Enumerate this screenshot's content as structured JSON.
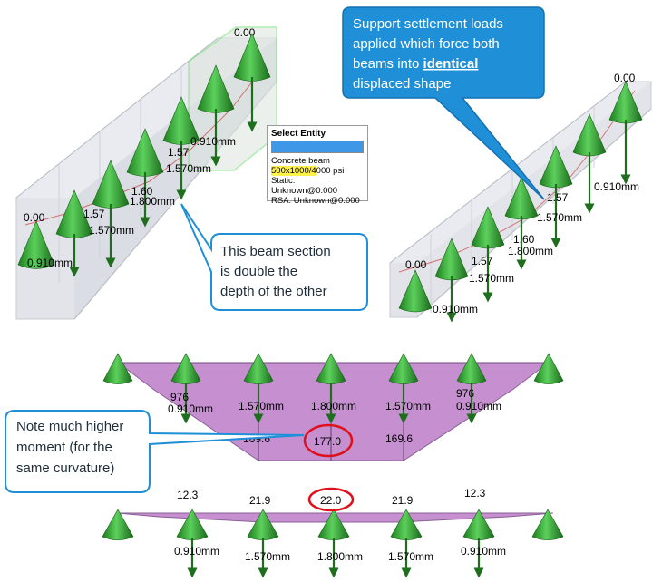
{
  "beam_left": {
    "top_label": "0.00",
    "labels": [
      {
        "text": "0.910mm"
      },
      {
        "text": "1.57"
      },
      {
        "text": "1.570mm"
      },
      {
        "text": "1.60"
      },
      {
        "text": "1.800mm"
      },
      {
        "text": "1.57"
      },
      {
        "text": "1.570mm"
      },
      {
        "text": "0.00"
      },
      {
        "text": "0.910mm"
      }
    ]
  },
  "beam_right": {
    "labels": [
      {
        "text": "0.00"
      },
      {
        "text": "0.910mm"
      },
      {
        "text": "1.57"
      },
      {
        "text": "1.570mm"
      },
      {
        "text": "1.60"
      },
      {
        "text": "1.800mm"
      },
      {
        "text": "1.57"
      },
      {
        "text": "1.570mm"
      },
      {
        "text": "0.00"
      },
      {
        "text": "0.910mm"
      }
    ]
  },
  "select_entity": {
    "title": "Select Entity",
    "type": "Concrete beam",
    "section_highlight": "500x1000/4",
    "section_rest": "000 psi",
    "static": "Static: Unknown@0.000",
    "rsa": "RSA: Unknown@0.000"
  },
  "callouts": {
    "settlement": {
      "line1": "Support settlement loads",
      "line2": "applied which force both",
      "line3_pre": "beams into ",
      "line3_bold": "identical",
      "line4": "displaced shape"
    },
    "depth": {
      "line1": "This beam section",
      "line2": "is double the",
      "line3": "depth of the other"
    },
    "moment": {
      "line1": "Note much higher",
      "line2": "moment (for the",
      "line3": "same curvature)"
    }
  },
  "moment_deep": {
    "side_labels": [
      "976",
      "976"
    ],
    "displacements": [
      "0.910mm",
      "1.570mm",
      "1.800mm",
      "1.570mm",
      "0.910mm"
    ],
    "moments": [
      "169.6",
      "177.0",
      "169.6"
    ]
  },
  "moment_shallow": {
    "moments": [
      "12.3",
      "21.9",
      "22.0",
      "21.9",
      "12.3"
    ],
    "displacements": [
      "0.910mm",
      "1.570mm",
      "1.800mm",
      "1.570mm",
      "0.910mm"
    ]
  },
  "colors": {
    "cone": "#2e9e2e",
    "arrow": "#1e6e1e",
    "beam": "#e2e4ea",
    "moment_fill": "#c58fd0",
    "callout": "#1f8fd8",
    "highlight_ring": "#e0101a"
  }
}
